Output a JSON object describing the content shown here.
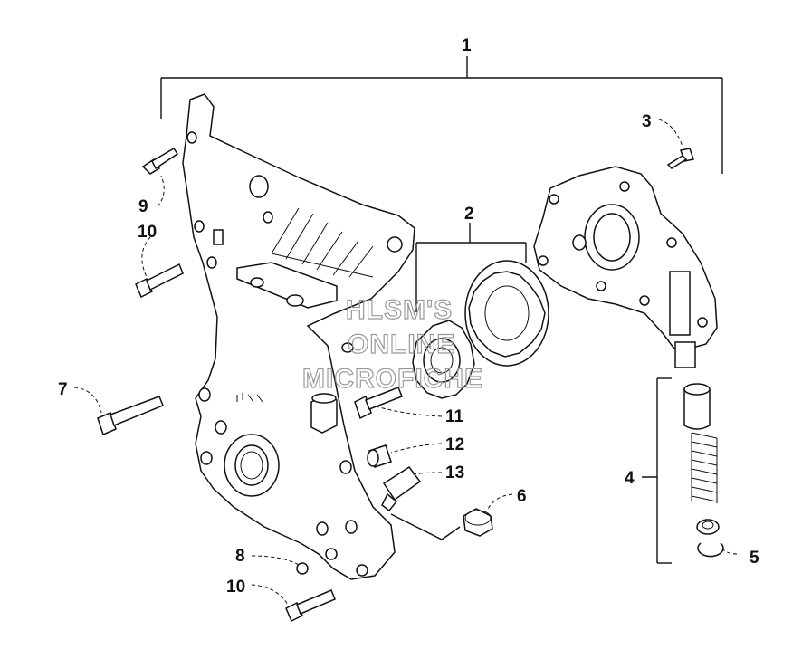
{
  "callouts": {
    "c1": "1",
    "c2": "2",
    "c3": "3",
    "c4": "4",
    "c5": "5",
    "c6": "6",
    "c7": "7",
    "c8": "8",
    "c9": "9",
    "c10a": "10",
    "c10b": "10",
    "c11": "11",
    "c12": "12",
    "c13": "13"
  },
  "watermark": {
    "line1": "HLSM'S",
    "line2": "ONLINE",
    "line3": "MICROFICHE"
  }
}
